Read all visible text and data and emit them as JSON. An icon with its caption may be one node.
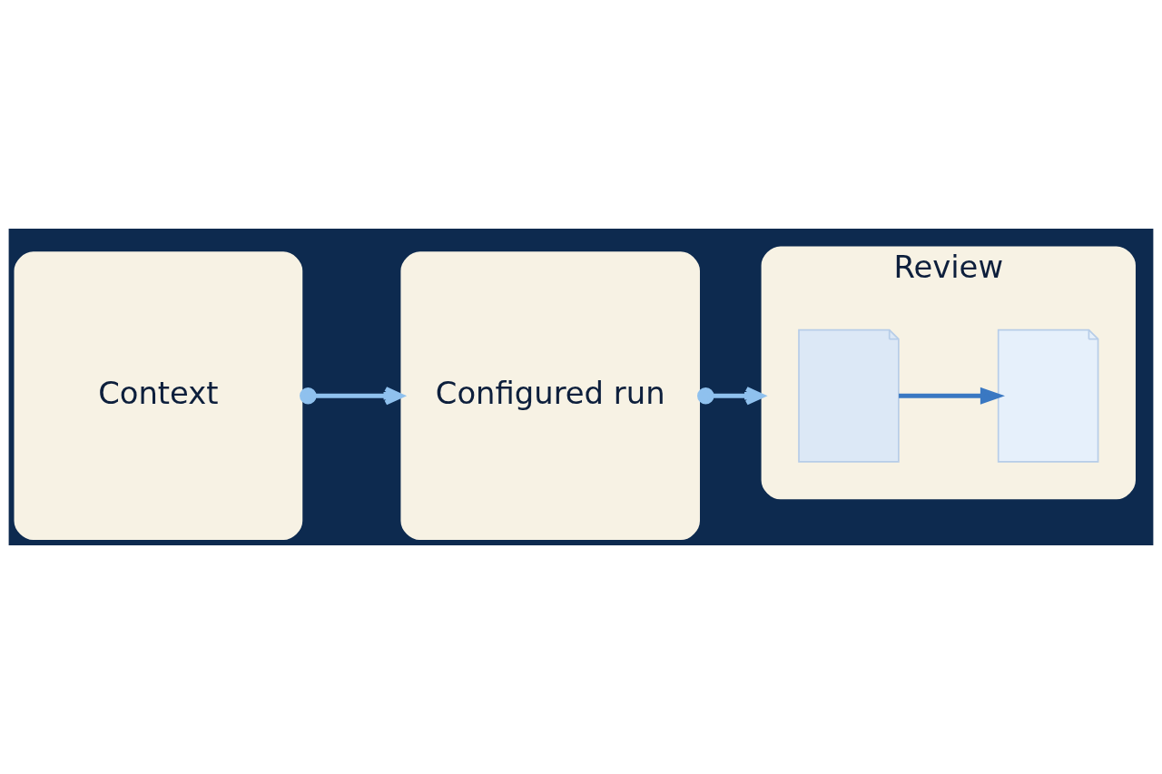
{
  "diagram": {
    "nodes": [
      {
        "text": [
          "Context"
        ]
      },
      {
        "text": [
          "Configured run"
        ]
      },
      {
        "text": [
          "Review"
        ]
      },
      {
        "text": [],
        "shape": "picture",
        "in": 2
      },
      {
        "text": [],
        "shape": "picture",
        "in": 2
      }
    ],
    "edges": [
      {
        "from": 0,
        "to": 1,
        "arrow": "to"
      },
      {
        "from": 1,
        "to": 2,
        "arrow": "to"
      },
      {
        "from": 3,
        "to": 4,
        "arrow": "to"
      }
    ]
  }
}
